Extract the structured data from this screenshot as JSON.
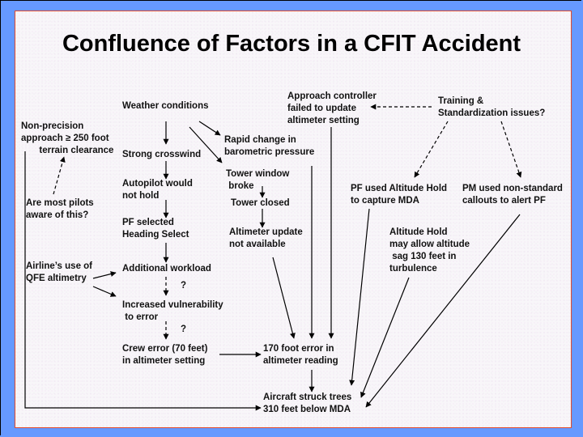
{
  "title": "Confluence of Factors in a CFIT Accident",
  "colors": {
    "outer_background": "#6699ff",
    "panel_background": "#f8f6f9",
    "panel_border": "#e24a2a",
    "text": "#111111"
  },
  "nodes": {
    "weather": "Weather conditions",
    "non_precision": "Non-precision\napproach ≥ 250 foot\n       terrain clearance",
    "pilots_aware": "Are most pilots\naware of this?",
    "crosswind": "Strong crosswind",
    "autopilot": "Autopilot would\nnot hold",
    "pf_heading": "PF selected\nHeading Select",
    "qfe": "Airline’s use of\nQFE altimetry",
    "workload": "Additional workload",
    "vulnerability": "Increased vulnerability\n to error",
    "crew_error": "Crew error (70 feet)\nin altimeter setting",
    "rapid_change": "Rapid change in\nbarometric pressure",
    "tower_window": "Tower window\n broke",
    "tower_closed": "Tower closed",
    "altimeter_unavail": "Altimeter update\nnot available",
    "approach_ctrl": "Approach controller\nfailed to update\naltimeter setting",
    "training": "Training &\nStandardization issues?",
    "pf_alt_hold": "PF used Altitude Hold\nto capture MDA",
    "pm_callouts": "PM used non-standard\ncallouts to alert PF",
    "alt_sag": "Altitude Hold\nmay allow altitude\n sag 130 feet in\nturbulence",
    "error_170": "170 foot error in\naltimeter reading",
    "struck_trees": "Aircraft struck trees\n310 feet below MDA"
  },
  "uncertain_marks": [
    "?",
    "?"
  ],
  "links": [
    {
      "from": "weather",
      "to": "crosswind",
      "style": "solid"
    },
    {
      "from": "weather",
      "to": "rapid_change",
      "style": "solid"
    },
    {
      "from": "weather",
      "to": "tower_window",
      "style": "solid"
    },
    {
      "from": "crosswind",
      "to": "autopilot",
      "style": "solid"
    },
    {
      "from": "autopilot",
      "to": "pf_heading",
      "style": "solid"
    },
    {
      "from": "pf_heading",
      "to": "workload",
      "style": "solid"
    },
    {
      "from": "qfe",
      "to": "workload",
      "style": "solid"
    },
    {
      "from": "qfe",
      "to": "vulnerability",
      "style": "solid"
    },
    {
      "from": "workload",
      "to": "vulnerability",
      "style": "dashed"
    },
    {
      "from": "vulnerability",
      "to": "crew_error",
      "style": "dashed"
    },
    {
      "from": "pilots_aware",
      "to": "non_precision",
      "style": "dashed"
    },
    {
      "from": "non_precision",
      "to": "struck_trees",
      "style": "solid"
    },
    {
      "from": "tower_window",
      "to": "tower_closed",
      "style": "solid"
    },
    {
      "from": "tower_closed",
      "to": "altimeter_unavail",
      "style": "solid"
    },
    {
      "from": "altimeter_unavail",
      "to": "error_170",
      "style": "solid"
    },
    {
      "from": "rapid_change",
      "to": "error_170",
      "style": "solid"
    },
    {
      "from": "approach_ctrl",
      "to": "error_170",
      "style": "solid"
    },
    {
      "from": "crew_error",
      "to": "error_170",
      "style": "solid"
    },
    {
      "from": "training",
      "to": "approach_ctrl",
      "style": "dashed"
    },
    {
      "from": "training",
      "to": "pf_alt_hold",
      "style": "dashed"
    },
    {
      "from": "training",
      "to": "pm_callouts",
      "style": "dashed"
    },
    {
      "from": "error_170",
      "to": "struck_trees",
      "style": "solid"
    },
    {
      "from": "pf_alt_hold",
      "to": "struck_trees",
      "style": "solid"
    },
    {
      "from": "alt_sag",
      "to": "struck_trees",
      "style": "solid"
    },
    {
      "from": "pm_callouts",
      "to": "struck_trees",
      "style": "solid"
    }
  ]
}
